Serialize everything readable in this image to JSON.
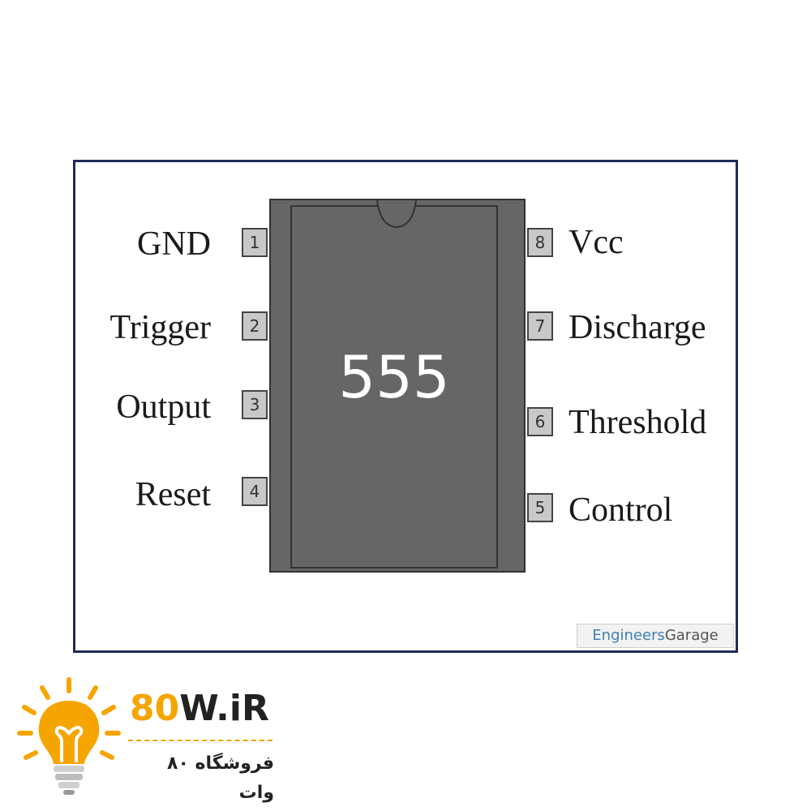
{
  "chip": {
    "label": "555"
  },
  "pins": {
    "left": [
      {
        "number": "1",
        "name": "GND"
      },
      {
        "number": "2",
        "name": "Trigger"
      },
      {
        "number": "3",
        "name": "Output"
      },
      {
        "number": "4",
        "name": "Reset"
      }
    ],
    "right": [
      {
        "number": "8",
        "name": "Vcc"
      },
      {
        "number": "7",
        "name": "Discharge"
      },
      {
        "number": "6",
        "name": "Threshold"
      },
      {
        "number": "5",
        "name": "Control"
      }
    ]
  },
  "credit": {
    "part1": "Engineers",
    "part2": "Garage"
  },
  "watermark": {
    "brand_a": "80",
    "brand_b": "W.iR",
    "tagline": "فروشگاه ۸۰ وات",
    "icon": "light-bulb-icon"
  },
  "colors": {
    "chip_body": "#666666",
    "pin_fill": "#c8c8c8",
    "frame_border": "#1f2a5c",
    "brand_accent": "#f6a500"
  }
}
